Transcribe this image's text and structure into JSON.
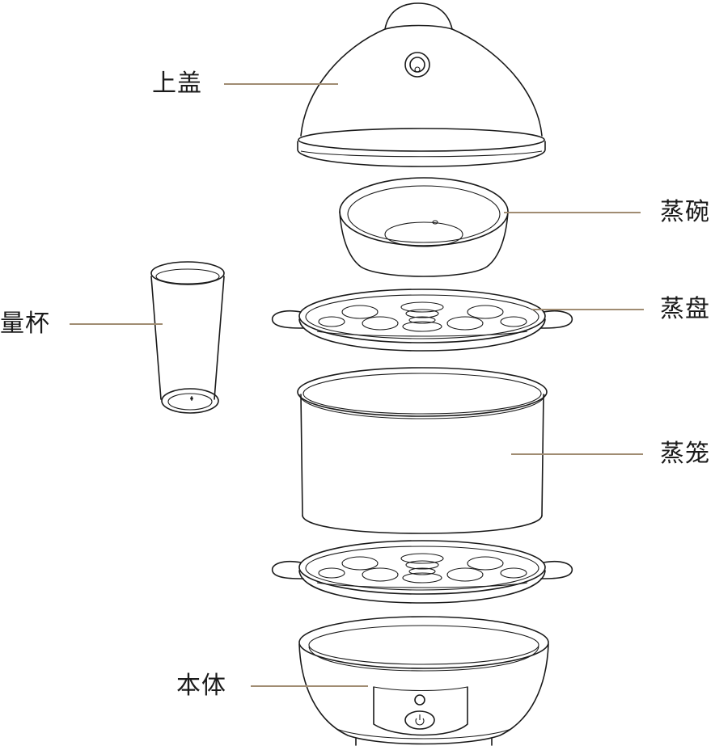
{
  "labels": {
    "lid": "上盖",
    "bowl": "蒸碗",
    "cup": "量杯",
    "tray": "蒸盘",
    "steamer": "蒸笼",
    "body": "本体"
  },
  "colors": {
    "leader_line": "#a08c72",
    "outline": "#1a1a1a",
    "background": "#ffffff"
  }
}
